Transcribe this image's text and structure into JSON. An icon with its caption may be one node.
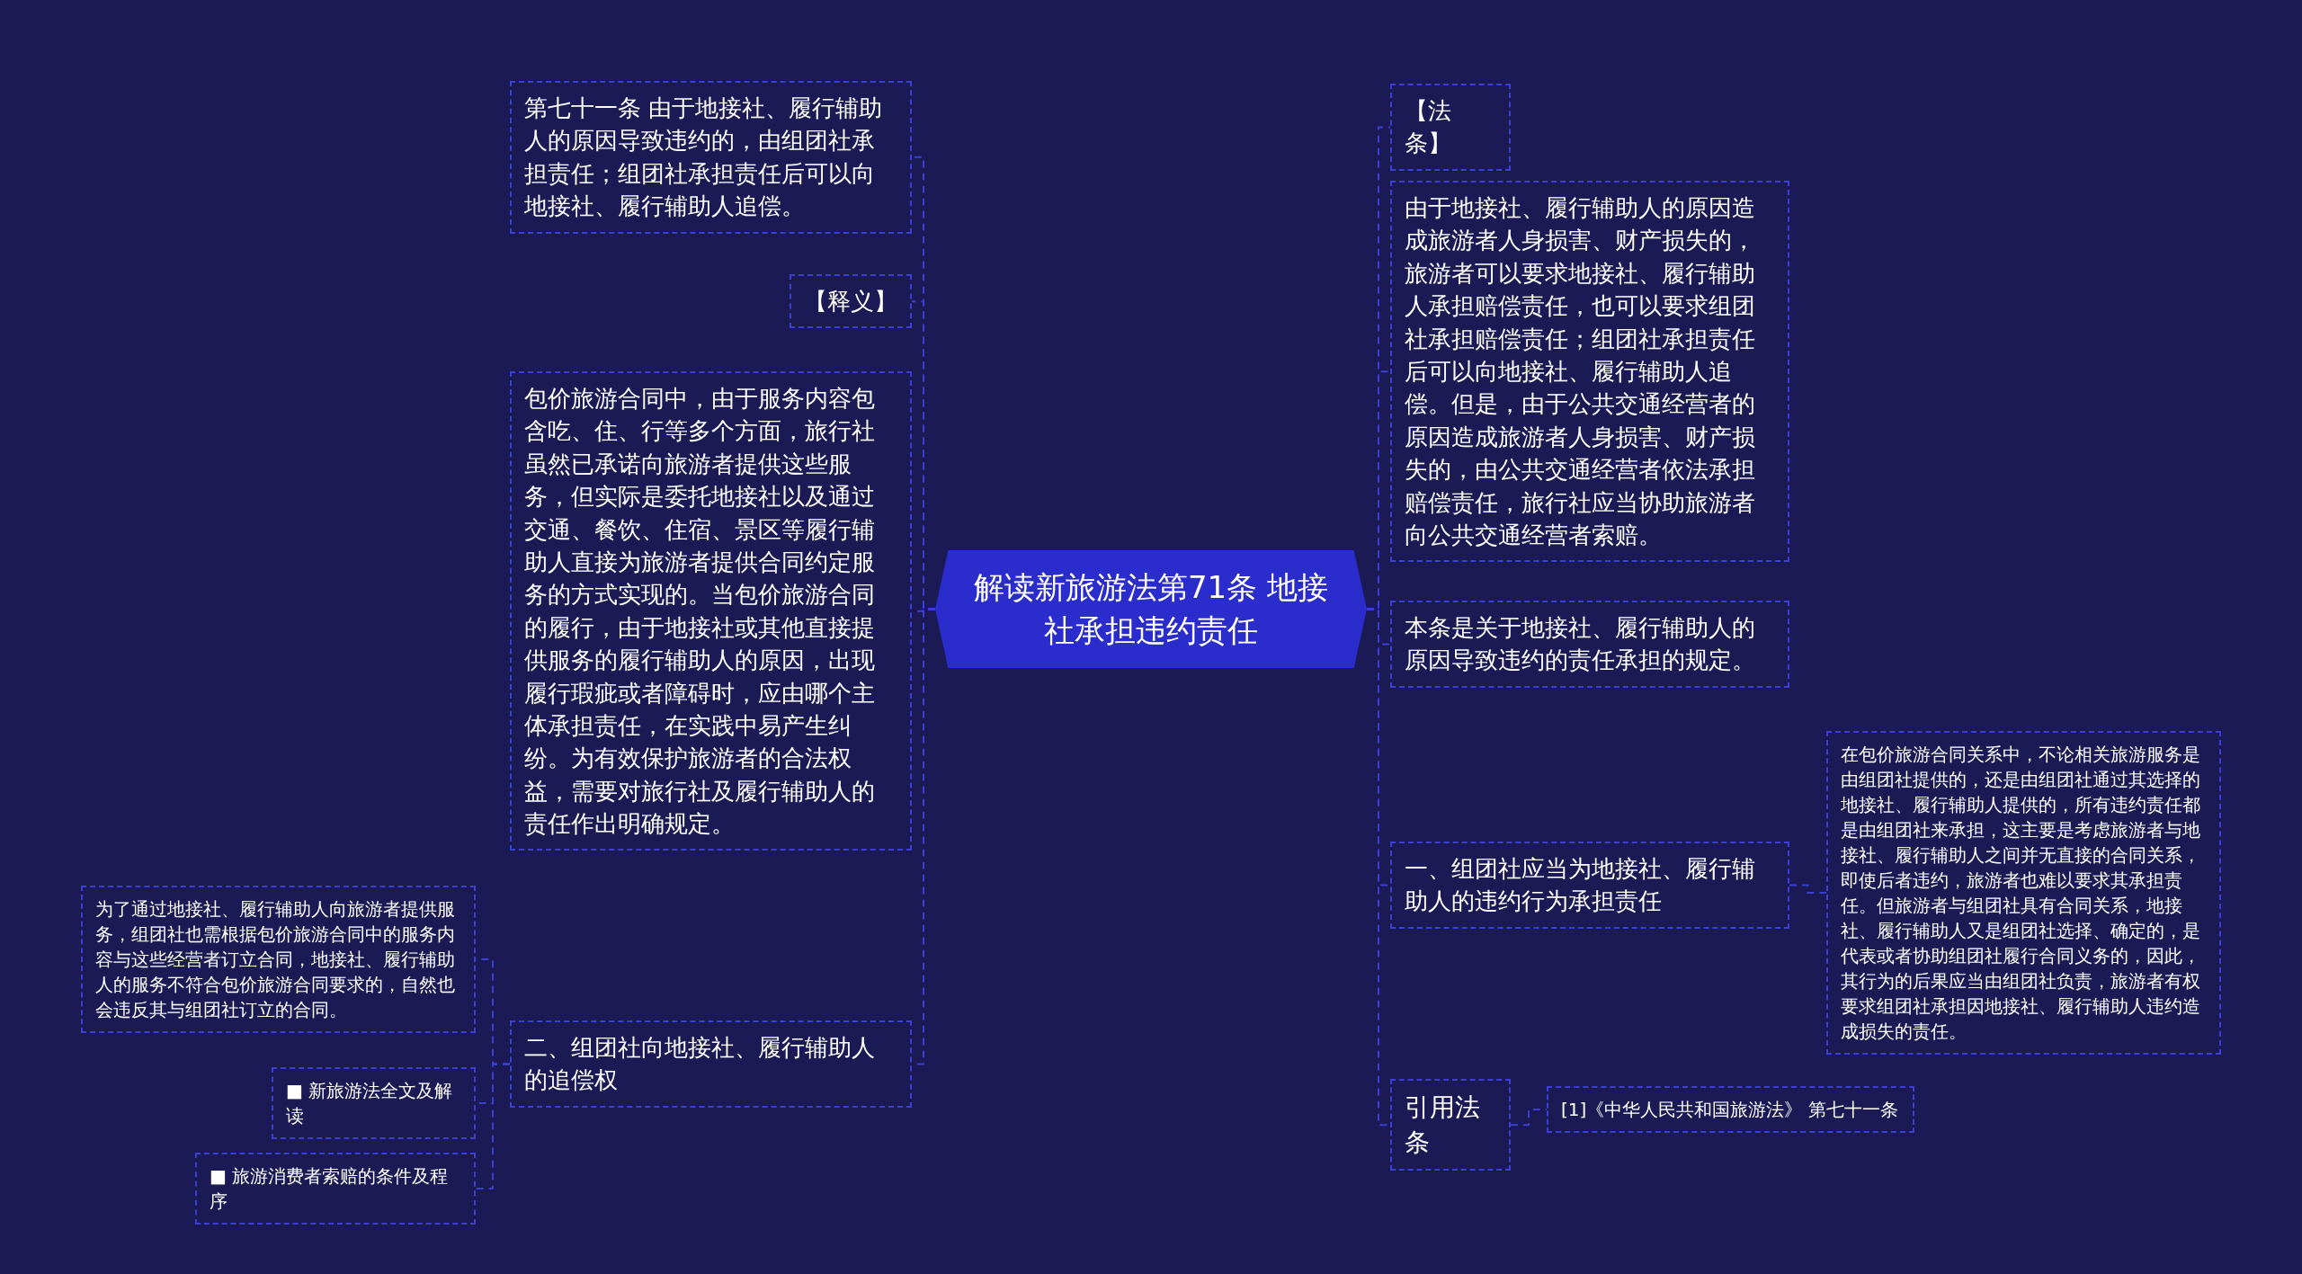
{
  "diagram": {
    "nodes": [
      {
        "text": [
          "解读新旅游法第71条 地接社承担违约责任"
        ]
      },
      {
        "text": [
          "第七十一条 由于地接社、履行辅助人的原因导致违约的，由组团社承担责任；组团社承担责任后可以向地接社、履行辅助人追偿。"
        ]
      },
      {
        "text": [
          "【释义】"
        ]
      },
      {
        "text": [
          "包价旅游合同中，由于服务内容包含吃、住、行等多个方面，旅行社虽然已承诺向旅游者提供这些服务，但实际是委托地接社以及通过交通、餐饮、住宿、景区等履行辅助人直接为旅游者提供合同约定服务的方式实现的。当包价旅游合同的履行，由于地接社或其他直接提供服务的履行辅助人的原因，出现履行瑕疵或者障碍时，应由哪个主体承担责任，在实践中易产生纠纷。为有效保护旅游者的合法权益，需要对旅行社及履行辅助人的责任作出明确规定。"
        ]
      },
      {
        "text": [
          "二、组团社向地接社、履行辅助人的追偿权"
        ]
      },
      {
        "text": [
          "为了通过地接社、履行辅助人向旅游者提供服务，组团社也需根据包价旅游合同中的服务内容与这些经营者订立合同，地接社、履行辅助人的服务不符合包价旅游合同要求的，自然也会违反其与组团社订立的合同。"
        ]
      },
      {
        "text": [
          "■ 新旅游法全文及解读"
        ]
      },
      {
        "text": [
          "■ 旅游消费者索赔的条件及程序"
        ]
      },
      {
        "text": [
          "【法条】"
        ]
      },
      {
        "text": [
          "由于地接社、履行辅助人的原因造成旅游者人身损害、财产损失的，旅游者可以要求地接社、履行辅助人承担赔偿责任，也可以要求组团社承担赔偿责任；组团社承担责任后可以向地接社、履行辅助人追偿。但是，由于公共交通经营者的原因造成旅游者人身损害、财产损失的，由公共交通经营者依法承担赔偿责任，旅行社应当协助旅游者向公共交通经营者索赔。"
        ]
      },
      {
        "text": [
          "本条是关于地接社、履行辅助人的原因导致违约的责任承担的规定。"
        ]
      },
      {
        "text": [
          "一、组团社应当为地接社、履行辅助人的违约行为承担责任"
        ]
      },
      {
        "text": [
          "在包价旅游合同关系中，不论相关旅游服务是由组团社提供的，还是由组团社通过其选择的地接社、履行辅助人提供的，所有违约责任都是由组团社来承担，这主要是考虑旅游者与地接社、履行辅助人之间并无直接的合同关系，即使后者违约，旅游者也难以要求其承担责任。但旅游者与组团社具有合同关系，地接社、履行辅助人又是组团社选择、确定的，是代表或者协助组团社履行合同义务的，因此，其行为的后果应当由组团社负责，旅游者有权要求组团社承担因地接社、履行辅助人违约造成损失的责任。"
        ]
      },
      {
        "text": [
          "引用法条"
        ]
      },
      {
        "text": [
          "[1]《中华人民共和国旅游法》 第七十一条"
        ]
      }
    ],
    "edges": [
      {
        "from": 0,
        "to": 1,
        "arrow": "none",
        "style": "dashed"
      },
      {
        "from": 0,
        "to": 2,
        "arrow": "none",
        "style": "dashed"
      },
      {
        "from": 0,
        "to": 3,
        "arrow": "none",
        "style": "dashed"
      },
      {
        "from": 0,
        "to": 4,
        "arrow": "none",
        "style": "dashed"
      },
      {
        "from": 4,
        "to": 5,
        "arrow": "none",
        "style": "dashed"
      },
      {
        "from": 4,
        "to": 6,
        "arrow": "none",
        "style": "dashed"
      },
      {
        "from": 4,
        "to": 7,
        "arrow": "none",
        "style": "dashed"
      },
      {
        "from": 0,
        "to": 8,
        "arrow": "none",
        "style": "dashed"
      },
      {
        "from": 0,
        "to": 9,
        "arrow": "none",
        "style": "dashed"
      },
      {
        "from": 0,
        "to": 10,
        "arrow": "none",
        "style": "dashed"
      },
      {
        "from": 0,
        "to": 11,
        "arrow": "none",
        "style": "dashed"
      },
      {
        "from": 11,
        "to": 12,
        "arrow": "none",
        "style": "dashed"
      },
      {
        "from": 0,
        "to": 13,
        "arrow": "none",
        "style": "dashed"
      },
      {
        "from": 13,
        "to": 14,
        "arrow": "none",
        "style": "dashed"
      }
    ]
  }
}
